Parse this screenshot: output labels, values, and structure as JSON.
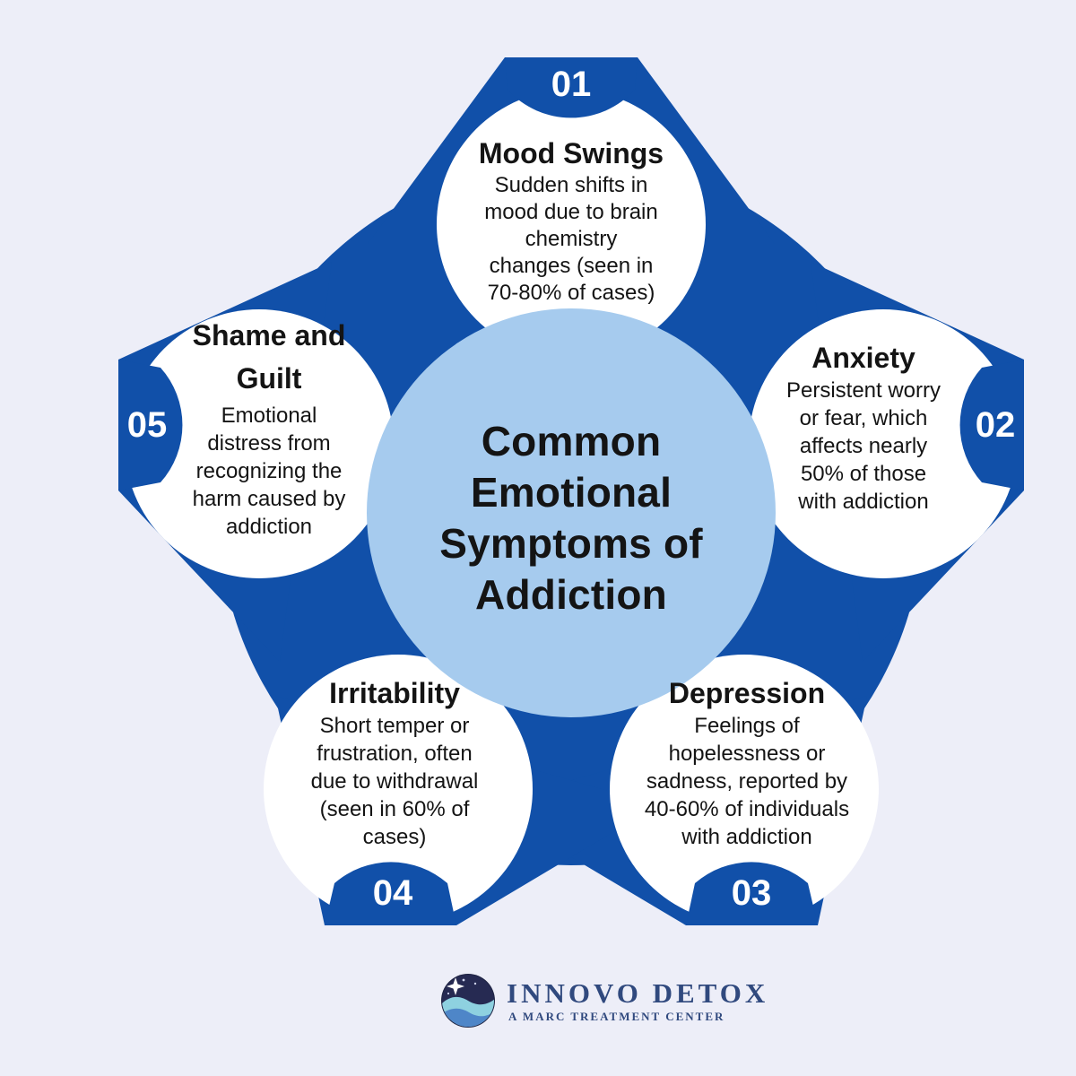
{
  "center": {
    "title": "Common Emotional Symptoms of Addiction"
  },
  "items": [
    {
      "number": "01",
      "title": "Mood Swings",
      "description": "Sudden shifts in\nmood due to brain\nchemistry\nchanges (seen in\n70-80% of cases)"
    },
    {
      "number": "02",
      "title": "Anxiety",
      "description": "Persistent worry\nor fear, which\naffects nearly\n50% of those\nwith addiction"
    },
    {
      "number": "03",
      "title": "Depression",
      "description": "Feelings of\nhopelessness or\nsadness, reported by\n40-60% of individuals\nwith addiction"
    },
    {
      "number": "04",
      "title": "Irritability",
      "description": "Short temper or\nfrustration, often\ndue to withdrawal\n(seen in 60% of\ncases)"
    },
    {
      "number": "05",
      "title": "Shame and Guilt",
      "description": "Emotional\ndistress from\nrecognizing the\nharm caused by\naddiction"
    }
  ],
  "footer": {
    "brand": "INNOVO DETOX",
    "tagline": "A MARC TREATMENT CENTER"
  },
  "colors": {
    "background": "#edeef8",
    "primary_blue": "#1150a9",
    "light_blue": "#a6cbee",
    "node_white": "#ffffff",
    "text_dark": "#141414",
    "badge_text": "#ffffff",
    "logo_navy": "#30497e",
    "logo_night": "#262a52",
    "logo_wave_light": "#8ed1e0",
    "logo_wave_deep": "#4e86c8"
  }
}
